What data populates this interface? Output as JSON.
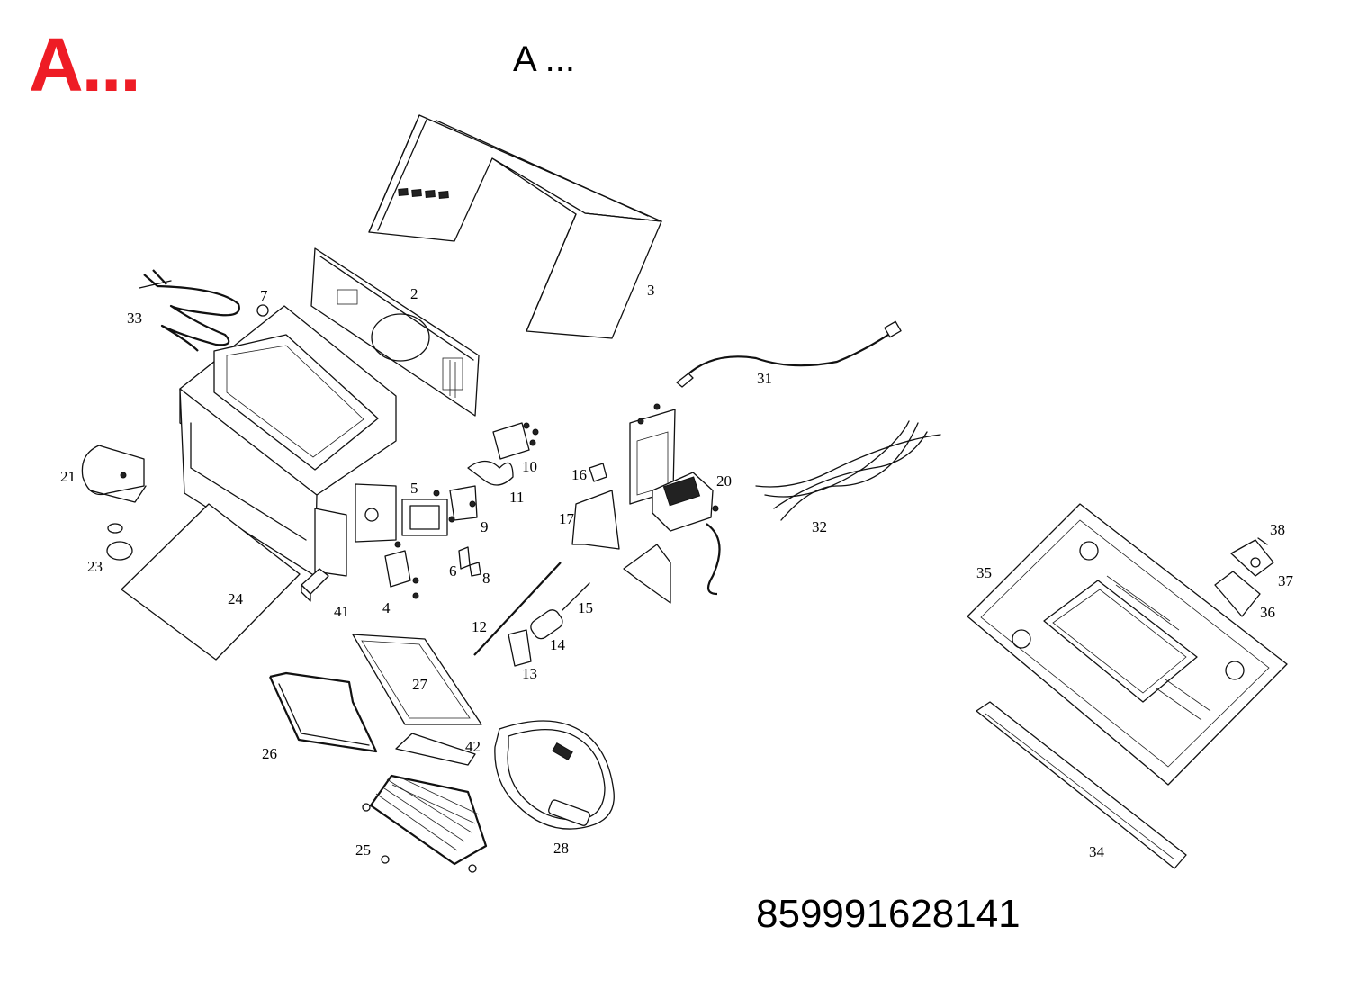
{
  "header": {
    "brand": "A...",
    "brand_color": "#ee1c25",
    "model_title": "A ..."
  },
  "footer": {
    "part_code": "859991628141"
  },
  "parts": [
    {
      "id": "part-2",
      "label": "2"
    },
    {
      "id": "part-3",
      "label": "3"
    },
    {
      "id": "part-4",
      "label": "4"
    },
    {
      "id": "part-5",
      "label": "5"
    },
    {
      "id": "part-6",
      "label": "6"
    },
    {
      "id": "part-7",
      "label": "7"
    },
    {
      "id": "part-8",
      "label": "8"
    },
    {
      "id": "part-9",
      "label": "9"
    },
    {
      "id": "part-10",
      "label": "10"
    },
    {
      "id": "part-11",
      "label": "11"
    },
    {
      "id": "part-12",
      "label": "12"
    },
    {
      "id": "part-13",
      "label": "13"
    },
    {
      "id": "part-14",
      "label": "14"
    },
    {
      "id": "part-15",
      "label": "15"
    },
    {
      "id": "part-16",
      "label": "16"
    },
    {
      "id": "part-17",
      "label": "17"
    },
    {
      "id": "part-20",
      "label": "20"
    },
    {
      "id": "part-21",
      "label": "21"
    },
    {
      "id": "part-23",
      "label": "23"
    },
    {
      "id": "part-24",
      "label": "24"
    },
    {
      "id": "part-25",
      "label": "25"
    },
    {
      "id": "part-26",
      "label": "26"
    },
    {
      "id": "part-27",
      "label": "27"
    },
    {
      "id": "part-28",
      "label": "28"
    },
    {
      "id": "part-31",
      "label": "31"
    },
    {
      "id": "part-32",
      "label": "32"
    },
    {
      "id": "part-33",
      "label": "33"
    },
    {
      "id": "part-34",
      "label": "34"
    },
    {
      "id": "part-35",
      "label": "35"
    },
    {
      "id": "part-36",
      "label": "36"
    },
    {
      "id": "part-37",
      "label": "37"
    },
    {
      "id": "part-38",
      "label": "38"
    },
    {
      "id": "part-41",
      "label": "41"
    },
    {
      "id": "part-42",
      "label": "42"
    }
  ]
}
